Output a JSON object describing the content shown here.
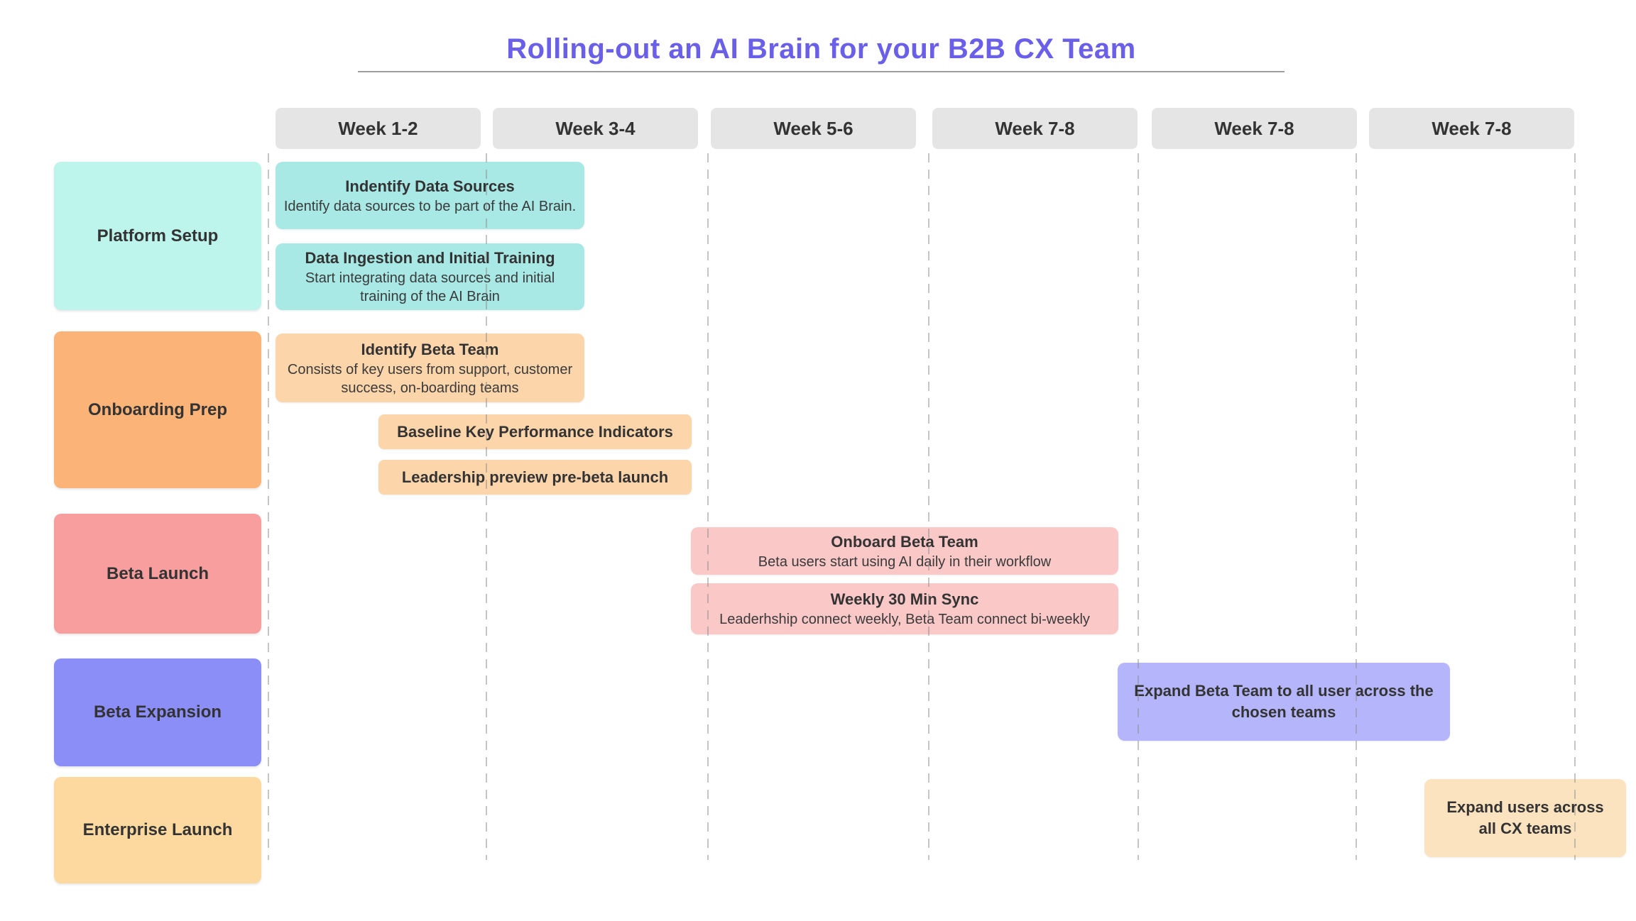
{
  "title": {
    "text": "Rolling-out an AI Brain for your B2B CX Team",
    "color": "#6a5fe8"
  },
  "palette": {
    "background": "#ffffff",
    "header_bg": "#e5e5e5",
    "gridline": "#c5c5c5",
    "text": "#333333",
    "title_underline": "#9e9e9e"
  },
  "week_headers": [
    {
      "label": "Week 1-2"
    },
    {
      "label": "Week 3-4"
    },
    {
      "label": "Week 5-6"
    },
    {
      "label": "Week 7-8"
    },
    {
      "label": "Week 7-8"
    },
    {
      "label": "Week 7-8"
    }
  ],
  "rows": [
    {
      "label": "Platform Setup",
      "label_color": "#bdf4ec",
      "task_color": "#a8e9e6",
      "tasks": [
        {
          "title": "Indentify Data Sources",
          "desc": "Identify data sources to be part of the AI Brain."
        },
        {
          "title": "Data Ingestion and Initial Training",
          "desc": "Start integrating data sources and initial training of the AI Brain"
        }
      ]
    },
    {
      "label": "Onboarding Prep",
      "label_color": "#fcb377",
      "task_color": "#fdd5ab",
      "tasks": [
        {
          "title": "Identify Beta Team",
          "desc": "Consists of key users from  support, customer success, on-boarding teams"
        },
        {
          "title": "Baseline Key Performance Indicators",
          "desc": ""
        },
        {
          "title": "Leadership preview pre-beta launch",
          "desc": ""
        }
      ]
    },
    {
      "label": "Beta Launch",
      "label_color": "#f99e9e",
      "task_color": "#fbc8c8",
      "tasks": [
        {
          "title": "Onboard Beta Team",
          "desc": "Beta users start using AI daily in their workflow"
        },
        {
          "title": "Weekly 30 Min Sync",
          "desc": "Leaderhship connect weekly, Beta Team connect bi-weekly"
        }
      ]
    },
    {
      "label": "Beta Expansion",
      "label_color": "#8b8ef7",
      "task_color": "#b4b5fa",
      "tasks": [
        {
          "title": "Expand Beta Team to all user across the chosen teams",
          "title_lines": [
            "Expand Beta Team to all user across the",
            "chosen teams"
          ]
        }
      ]
    },
    {
      "label": "Enterprise Launch",
      "label_color": "#fdd9a0",
      "task_color": "#fbe3c0",
      "tasks": [
        {
          "title": "Expand users across all CX teams",
          "title_lines": [
            "Expand users across",
            "all CX teams"
          ]
        }
      ]
    }
  ]
}
